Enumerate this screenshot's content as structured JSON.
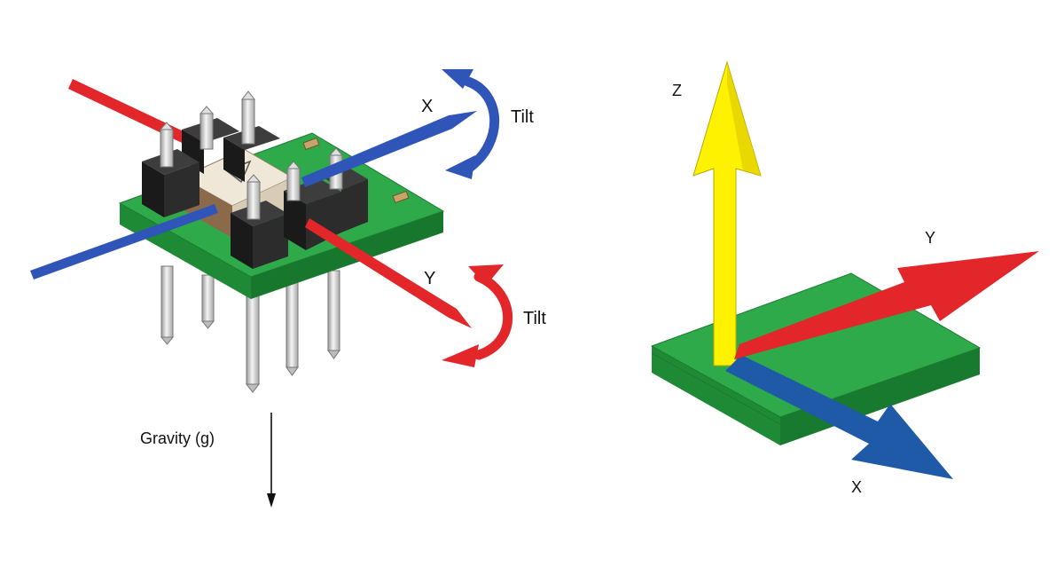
{
  "left_diagram": {
    "axis_x_label": "X",
    "axis_y_label": "Y",
    "tilt_x_label": "Tilt",
    "tilt_y_label": "Tilt",
    "gravity_label": "Gravity (g)"
  },
  "right_diagram": {
    "axis_z_label": "Z",
    "axis_y_label": "Y",
    "axis_x_label": "X"
  },
  "colors": {
    "pcb_green": "#2faa4a",
    "pcb_green_side": "#1f8a36",
    "axis_red": "#e3262a",
    "axis_blue": "#2f55b8",
    "axis_blue_right": "#1f5aa8",
    "axis_yellow": "#fff200",
    "header_black": "#1a1a1a",
    "pin_silver": "#d6d6d6",
    "chip_beige": "#e6dccb"
  }
}
